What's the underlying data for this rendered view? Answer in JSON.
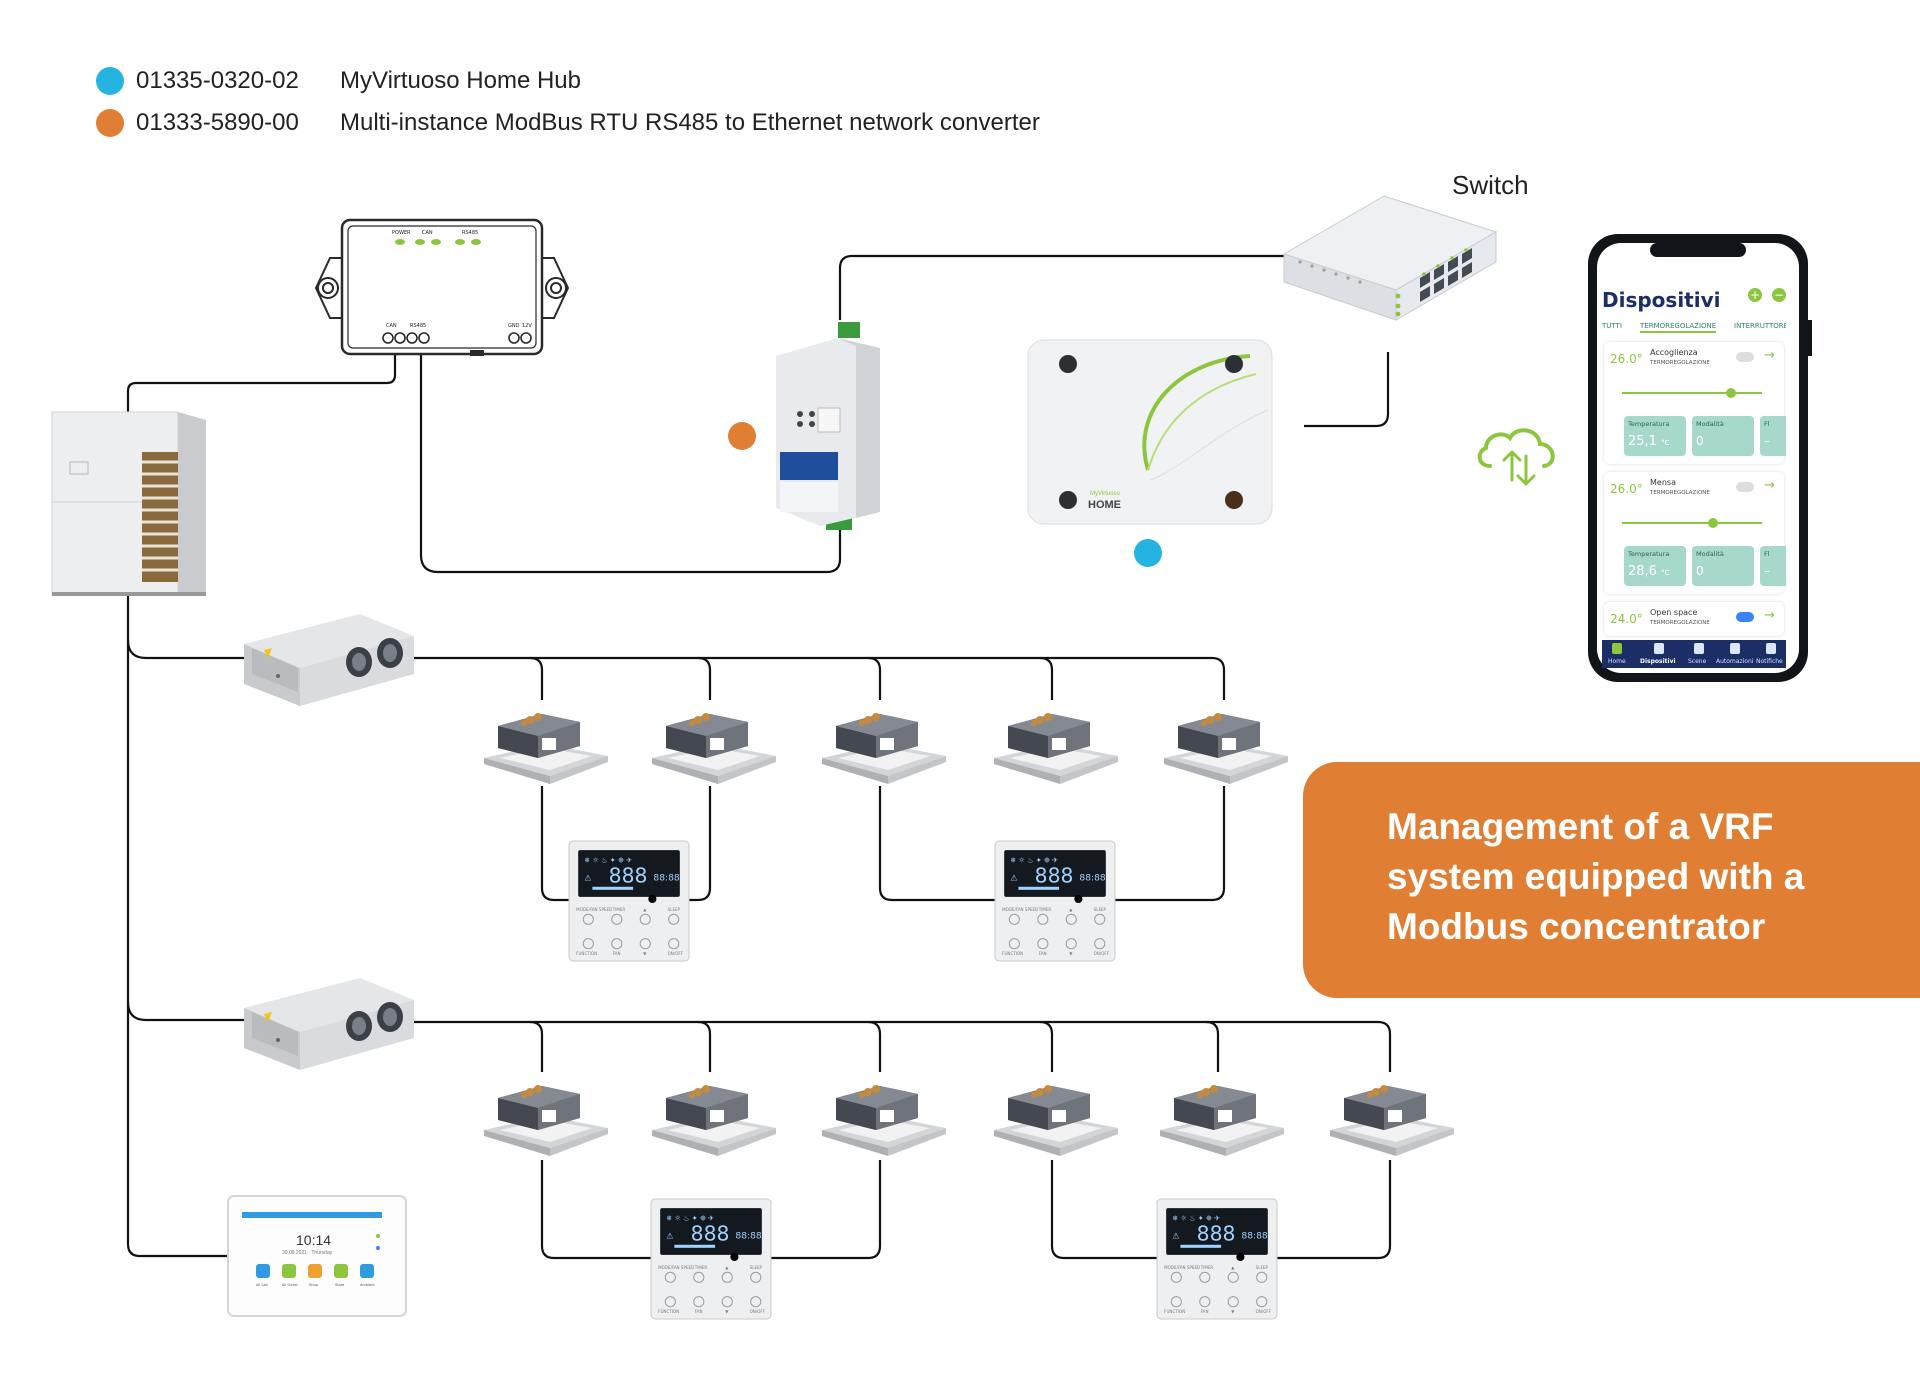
{
  "legend": [
    {
      "code": "01335-0320-02",
      "description": "MyVirtuoso Home Hub",
      "color": "#25b4e2"
    },
    {
      "code": "01333-5890-00",
      "description": "Multi-instance ModBus RTU RS485 to Ethernet network converter",
      "color": "#e07f33"
    }
  ],
  "labels": {
    "switch": "Switch"
  },
  "callout": {
    "text": "Management of a VRF system equipped with a Modbus concentrator",
    "color": "#e07f33"
  },
  "concentrator": {
    "leds": [
      "POWER",
      "CAN",
      "RS485"
    ],
    "ports": [
      "CAN",
      "RS485",
      "GND",
      "12V"
    ]
  },
  "hub": {
    "brand_small": "MyVirtuoso",
    "brand_large": "HOME"
  },
  "phone": {
    "title": "Dispositivi",
    "tabs": [
      "TUTTI",
      "TERMOREGOLAZIONE",
      "INTERRUTTORE"
    ],
    "active_tab": "TERMOREGOLAZIONE",
    "cards": [
      {
        "temp": "26.0°",
        "name": "Accoglienza",
        "type": "TERMOREGOLAZIONE",
        "toggle_on": false,
        "boxes": [
          {
            "label": "Temperatura",
            "value": "25,1",
            "unit": "°C"
          },
          {
            "label": "Modalità",
            "value": "0"
          },
          {
            "label": "Fl",
            "value": "–"
          }
        ]
      },
      {
        "temp": "26.0°",
        "name": "Mensa",
        "type": "TERMOREGOLAZIONE",
        "toggle_on": false,
        "boxes": [
          {
            "label": "Temperatura",
            "value": "28,6",
            "unit": "°C"
          },
          {
            "label": "Modalità",
            "value": "0"
          },
          {
            "label": "Fl",
            "value": "–"
          }
        ]
      },
      {
        "temp": "24.0°",
        "name": "Open space",
        "type": "TERMOREGOLAZIONE",
        "toggle_on": true
      }
    ],
    "nav": [
      "Home",
      "Dispositivi",
      "Scene",
      "Automazioni",
      "Notifiche"
    ],
    "active_nav": "Dispositivi"
  },
  "tablet": {
    "time": "10:14",
    "date": "30.09.2021 · Thursday",
    "apps": [
      "All Lab",
      "All Guest",
      "Shop",
      "Store",
      "Ambient"
    ]
  },
  "controller": {
    "display": "888",
    "buttons": [
      "MODE/FAN SPEED",
      "TIMER",
      "▲",
      "SLEEP",
      "FUNCTION",
      "FAN",
      "▼",
      "ON/OFF"
    ]
  },
  "colors": {
    "line": "#111111",
    "accent_green": "#8cc63f",
    "callout_text": "#ffffff"
  }
}
